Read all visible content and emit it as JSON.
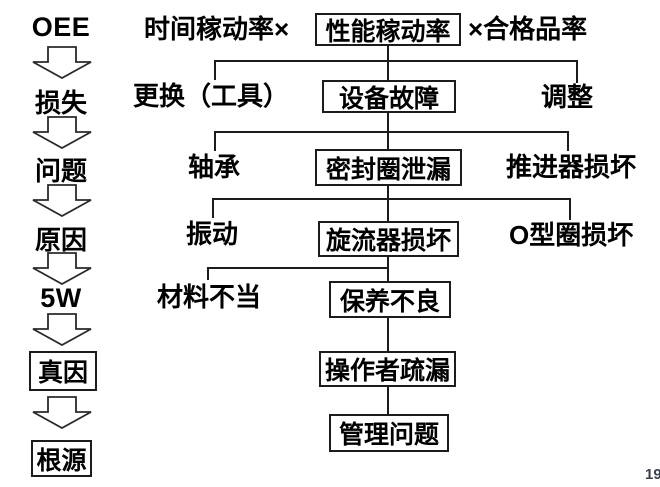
{
  "page": {
    "background": "#ffffff",
    "page_number": "19"
  },
  "colors": {
    "line": "#1c1c1c",
    "text": "#000000"
  },
  "rail": {
    "items": [
      {
        "label": "OEE",
        "boxed": false
      },
      {
        "label": "损失",
        "boxed": false
      },
      {
        "label": "问题",
        "boxed": false
      },
      {
        "label": "原因",
        "boxed": false
      },
      {
        "label": "5W",
        "boxed": false
      },
      {
        "label": "真因",
        "boxed": true
      },
      {
        "label": "根源",
        "boxed": true
      }
    ],
    "arrow_icon": "down-block-arrow"
  },
  "formula_row": {
    "left": "时间稼动率×",
    "center": "性能稼动率",
    "right": "×合格品率"
  },
  "tree": {
    "level2": {
      "left": "更换（工具）",
      "center": "设备故障",
      "right": "调整"
    },
    "level3": {
      "left": "轴承",
      "center": "密封圈泄漏",
      "right": "推进器损坏"
    },
    "level4": {
      "left": "振动",
      "center": "旋流器损坏",
      "right": "O型圈损坏"
    },
    "level5": {
      "left": "材料不当",
      "center": "保养不良"
    },
    "level6": {
      "center": "操作者疏漏"
    },
    "level7": {
      "center": "管理问题"
    }
  }
}
